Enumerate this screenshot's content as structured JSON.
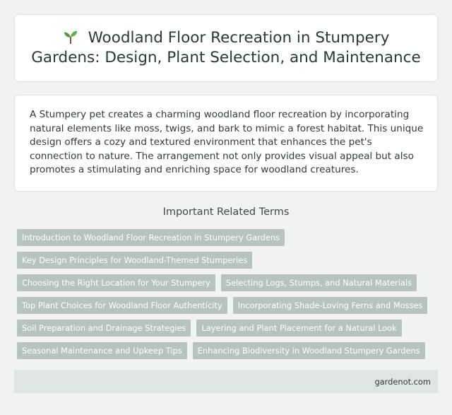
{
  "header": {
    "icon": "seedling-icon",
    "title": "Woodland Floor Recreation in Stumpery Gardens: Design, Plant Selection, and Maintenance"
  },
  "description": {
    "text": "A Stumpery pet creates a charming woodland floor recreation by incorporating natural elements like moss, twigs, and bark to mimic a forest habitat. This unique design offers a cozy and textured environment that enhances the pet's connection to nature. The arrangement not only provides visual appeal but also promotes a stimulating and enriching space for woodland creatures."
  },
  "related": {
    "heading": "Important Related Terms",
    "terms": [
      "Introduction to Woodland Floor Recreation in Stumpery Gardens",
      "Key Design Principles for Woodland-Themed Stumperies",
      "Choosing the Right Location for Your Stumpery",
      "Selecting Logs, Stumps, and Natural Materials",
      "Top Plant Choices for Woodland Floor Authenticity",
      "Incorporating Shade-Loving Ferns and Mosses",
      "Soil Preparation and Drainage Strategies",
      "Layering and Plant Placement for a Natural Look",
      "Seasonal Maintenance and Upkeep Tips",
      "Enhancing Biodiversity in Woodland Stumpery Gardens"
    ]
  },
  "footer": {
    "site": "gardenot.com"
  },
  "colors": {
    "background": "#f0f3f1",
    "card": "#ffffff",
    "tag": "#b7c4be",
    "footer": "#dfe5e1"
  }
}
